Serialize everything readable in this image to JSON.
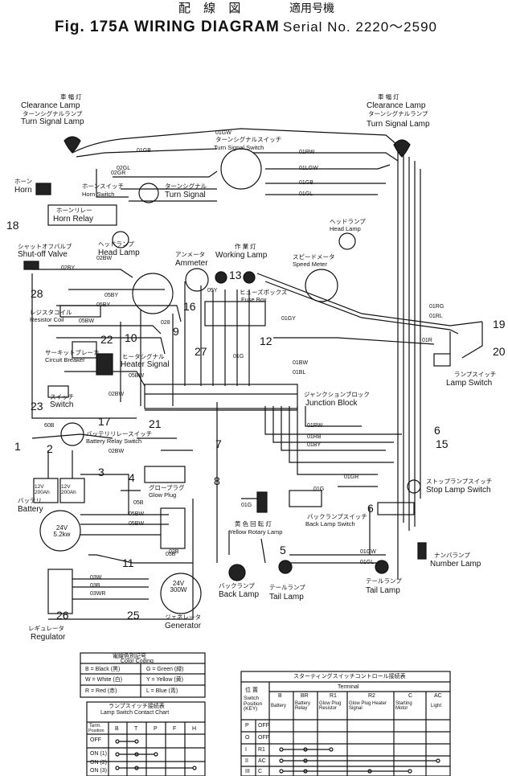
{
  "header": {
    "jp_title": "配 線 図",
    "fig_title": "Fig. 175A WIRING DIAGRAM",
    "jp_applicable": "適用号機",
    "serial": "Serial No. 2220～2590"
  },
  "components": {
    "clearance_left_jp": "車 幅 灯",
    "clearance_left": "Clearance Lamp",
    "turn_left_jp": "ターンシグナルランプ",
    "turn_left": "Turn Signal Lamp",
    "clearance_right_jp": "車 幅 灯",
    "clearance_right": "Clearance Lamp",
    "turn_right_jp": "ターンシグナルランプ",
    "turn_right": "Turn Signal Lamp",
    "horn_jp": "ホーン",
    "horn": "Horn",
    "horn_switch_jp": "ホーンスイッチ",
    "horn_switch": "Horn Switch",
    "horn_relay_jp": "ホーンリレー",
    "horn_relay": "Horn Relay",
    "turn_switch_jp": "ターンシグナルスイッチ",
    "turn_switch": "Turn Signal Switch",
    "turn_signal_jp": "ターンシグナル",
    "turn_signal": "Turn Signal",
    "shutoff_jp": "シャットオフバルブ",
    "shutoff": "Shut-off Valve",
    "head_left_jp": "ヘッドランプ",
    "head_left": "Head Lamp",
    "ammeter_jp": "アンメータ",
    "ammeter": "Ammeter",
    "work_jp": "作 業 灯",
    "work": "Working Lamp",
    "speed_jp": "スピードメータ",
    "speed": "Speed Meter",
    "head_right_jp": "ヘッドランプ",
    "head_right": "Head Lamp",
    "fuse_jp": "ヒューズボックス",
    "fuse": "Fuse Box",
    "resistor_jp": "レジスタコイル",
    "resistor": "Resistor Coil",
    "breaker_jp": "サーキットブレーカ",
    "breaker": "Circuit Breaker",
    "heater_jp": "ヒータシグナル",
    "heater": "Heater Signal",
    "switch_jp": "スイッチ",
    "switch": "Switch",
    "junction_jp": "ジャンクションブロック",
    "junction": "Junction Block",
    "lamp_switch_jp": "ランプスイッチ",
    "lamp_switch": "Lamp Switch",
    "relay_sw_jp": "バッテリリレースイッチ",
    "relay_sw": "Battery Relay Switch",
    "battery_jp": "バッテリ",
    "battery": "Battery",
    "glow_jp": "グロープラグ",
    "glow": "Glow Plug",
    "stop_sw_jp": "ストップランプスイッチ",
    "stop_sw": "Stop Lamp Switch",
    "back_sw_jp": "バックランプスイッチ",
    "back_sw": "Back Lamp Switch",
    "rotary_jp": "黄 色 回 転 灯",
    "rotary": "Yellow Rotary Lamp",
    "number_jp": "ナンバランプ",
    "number": "Number Lamp",
    "back_lamp_jp": "バックランプ",
    "back_lamp": "Back Lamp",
    "tail_mid_jp": "テールランプ",
    "tail_mid": "Tail Lamp",
    "tail_right_jp": "テールランプ",
    "tail_right": "Tail Lamp",
    "generator_jp": "ジェネレータ",
    "generator": "Generator",
    "regulator_jp": "レギュレータ",
    "regulator": "Regulator",
    "starter_rating": "24V 5.2kw",
    "gen_rating": "24V 300W",
    "batt_rating_1": "12V 200Ah",
    "batt_rating_2": "12V 200Ah"
  },
  "numbers": [
    "1",
    "2",
    "3",
    "4",
    "5",
    "6",
    "6",
    "7",
    "8",
    "9",
    "10",
    "11",
    "12",
    "13",
    "15",
    "16",
    "17",
    "18",
    "19",
    "20",
    "21",
    "22",
    "23",
    "25",
    "26",
    "27",
    "28"
  ],
  "wires": [
    "01GW",
    "01GB",
    "02GR",
    "02GL",
    "01RW",
    "01LGW",
    "01GB",
    "01GL",
    "02BY",
    "02BW",
    "05BY",
    "05BY",
    "05BW",
    "05B",
    "028",
    "05Y",
    "01GY",
    "01G",
    "01BW",
    "01BL",
    "01R",
    "01RG",
    "01RL",
    "01GR",
    "01GW",
    "01GL",
    "01RB",
    "01BY",
    "01RW",
    "02BW",
    "05BW",
    "05BW",
    "05B",
    "03W",
    "03B",
    "03WR",
    "02BW",
    "60B",
    "01G",
    "01G",
    "05BW",
    "02B"
  ],
  "color_code": {
    "title_jp": "電線色別記号",
    "title": "Color Coding",
    "rows": [
      [
        "B = Black (黒)",
        "G = Green (緑)"
      ],
      [
        "W = White (白)",
        "Y = Yellow (黄)"
      ],
      [
        "R = Red (赤)",
        "L = Blue (青)"
      ]
    ]
  },
  "lamp_chart": {
    "title_jp": "ランプスイッチ接続表",
    "title": "Lamp Switch Contact Chart",
    "corner_top": "Term.",
    "corner_bottom": "Position",
    "columns": [
      "B",
      "T",
      "P",
      "F",
      "H"
    ],
    "rows": [
      "OFF",
      "ON (1)",
      "ON (2)",
      "ON (3)"
    ]
  },
  "start_chart": {
    "title_jp": "スターティングスイッチコントロール接続表",
    "terminal_label": "Terminal",
    "pos_jp": "位 置",
    "pos": "Switch Position (KEY)",
    "col_letters": [
      "B",
      "BR",
      "R1",
      "R2",
      "C",
      "AC"
    ],
    "col_names": [
      "Battery",
      "Battery Relay",
      "Glow Plug Resistor",
      "Glow Plug Heater Signal",
      "Starting Motor",
      "Light"
    ],
    "row_keys": [
      "P",
      "O",
      "I",
      "II",
      "III"
    ],
    "row_labels": [
      "OFF",
      "OFF",
      "R1",
      "AC",
      "C"
    ]
  }
}
